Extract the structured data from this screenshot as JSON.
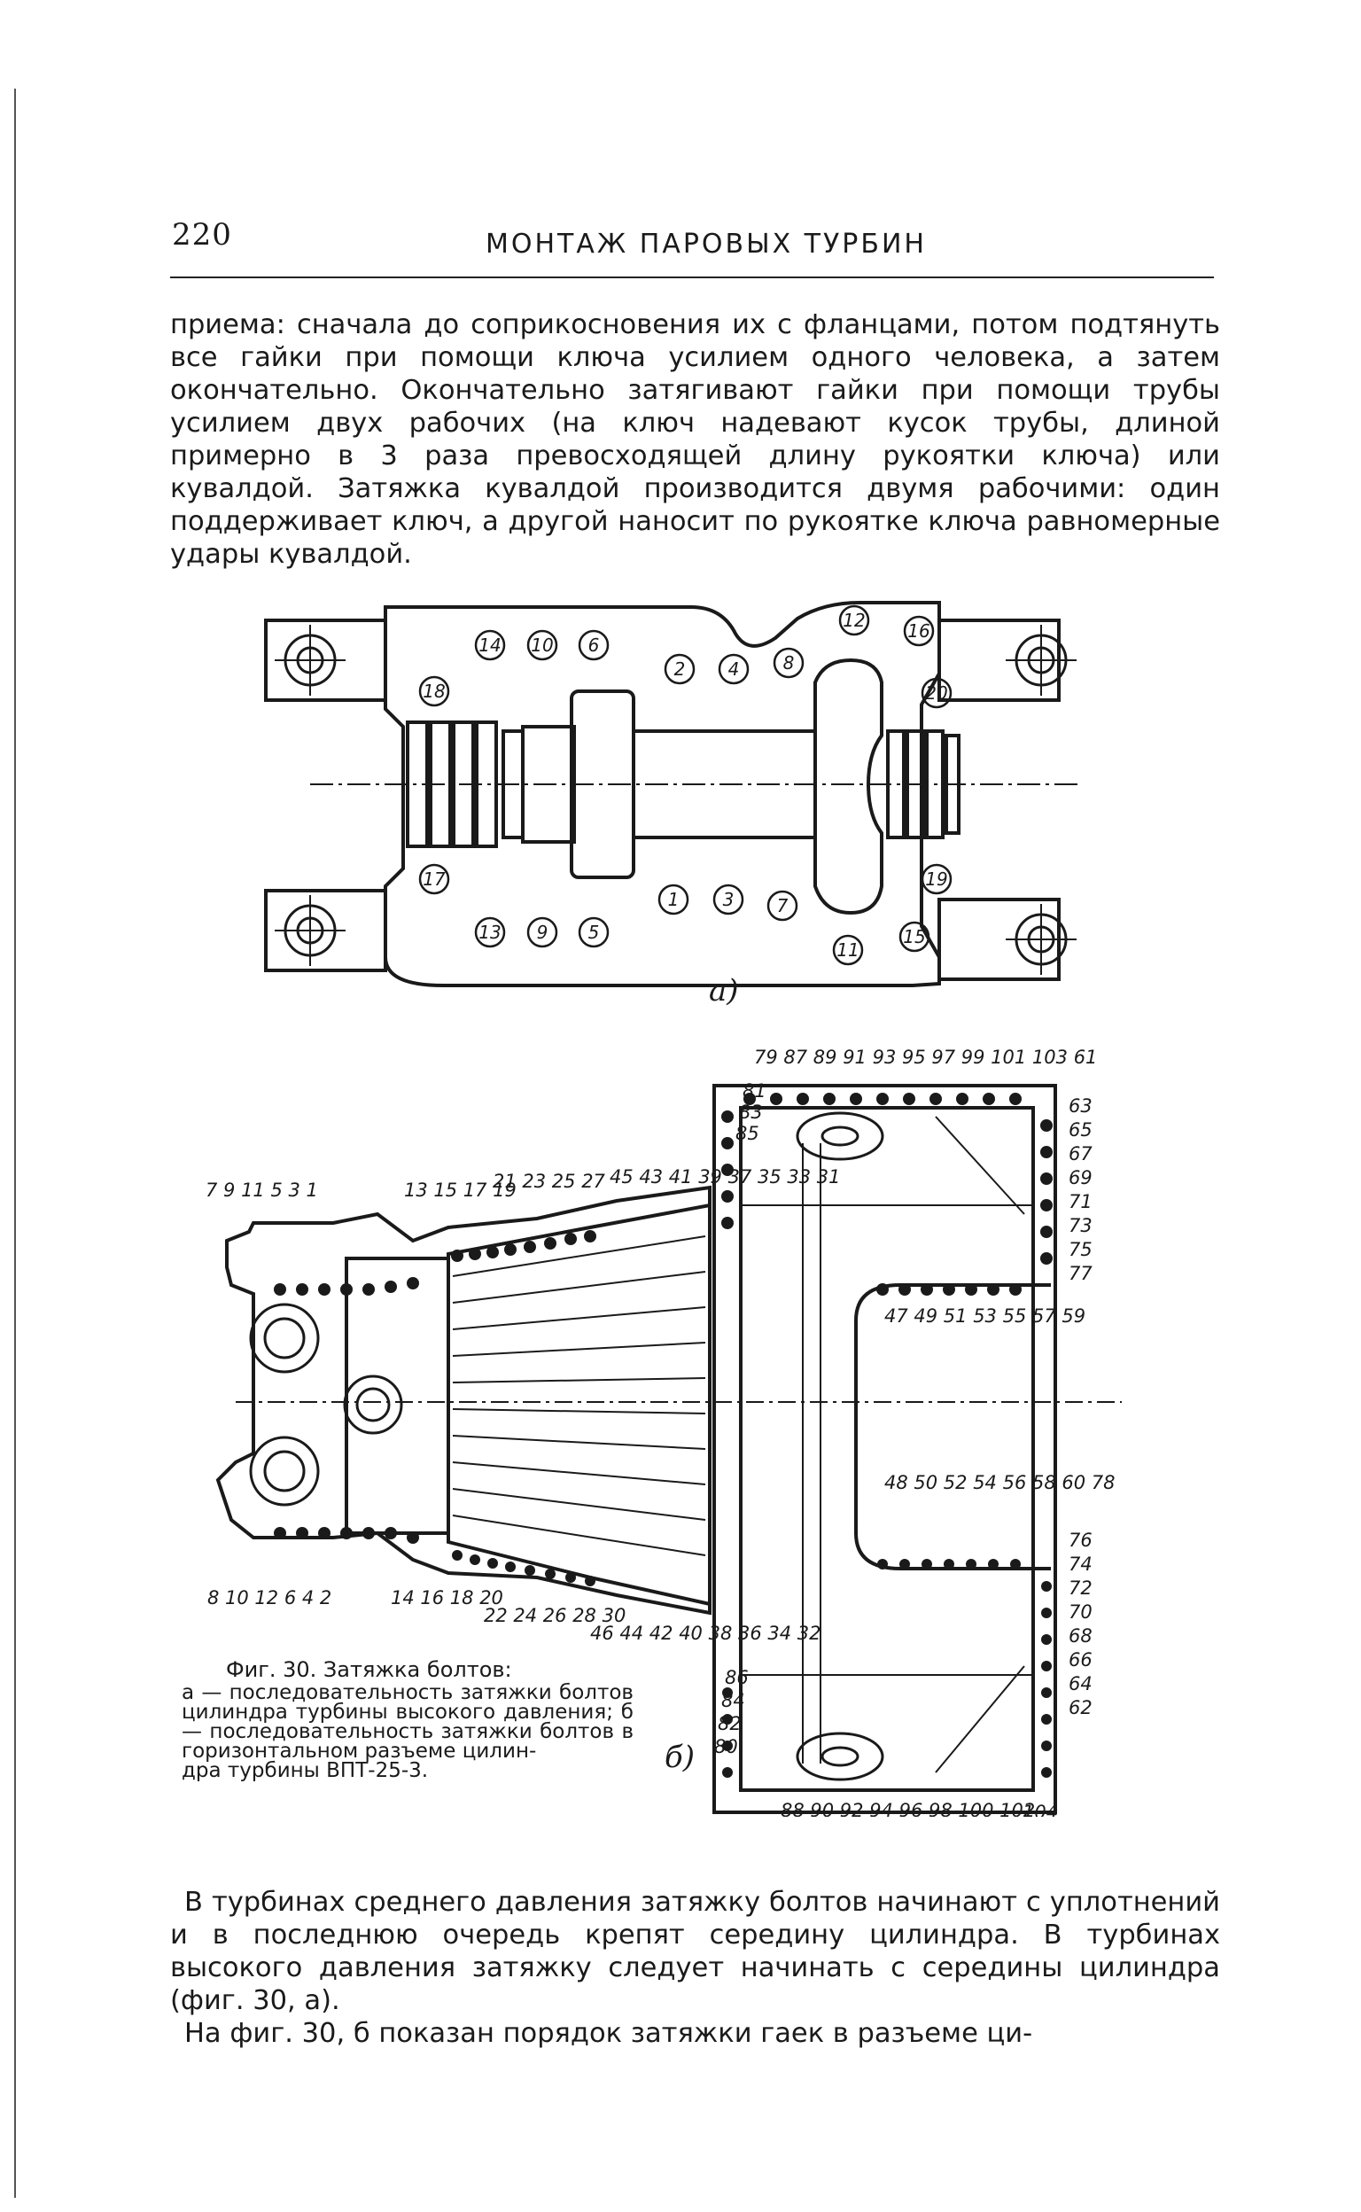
{
  "page": {
    "number": "220",
    "running_head": "МОНТАЖ ПАРОВЫХ ТУРБИН"
  },
  "paragraphs": [
    "приема: сначала до соприкосновения их с фланцами, потом подтянуть все гайки при помощи ключа усилием одного человека, а затем окончательно. Окончательно затягивают гайки при помощи трубы усилием двух рабочих (на ключ надевают кусок трубы, длиной примерно в 3 раза превосходящей длину рукоятки ключа) или кувалдой. Затяжка кувалдой производится двумя рабочими: один поддерживает ключ, а другой наносит по рукоятке ключа равномерные удары кувалдой.",
    "В турбинах среднего давления затяжку болтов начинают с уплотнений и в последнюю очередь крепят середину цилиндра. В турбинах высокого давления затяжку следует начинать с середины цилиндра (фиг. 30, а).",
    "На фиг. 30, б показан порядок затяжки гаек в разъеме ци-"
  ],
  "figure": {
    "panel_a_label": "а)",
    "panel_b_label": "б)",
    "caption_title": "Фиг. 30. Затяжка болтов:",
    "caption_body": "а — последовательность затяжки болтов цилиндра турбины высокого давления; б — последовательность затяжки болтов в горизонтальном разъеме цилин-",
    "caption_end": "дра турбины ВПТ-25-3.",
    "panel_a_bolts_top": [
      "14",
      "10",
      "6",
      "2",
      "4",
      "8",
      "12",
      "16",
      "18",
      "20"
    ],
    "panel_a_bolts_bottom": [
      "13",
      "9",
      "5",
      "1",
      "3",
      "7",
      "11",
      "15",
      "17",
      "19"
    ],
    "panel_b_labels": {
      "top_right_row": "79 87 89 91  93 95  97 99 101 103 61",
      "right_upper_column": [
        "63",
        "65",
        "67",
        "69",
        "71",
        "73",
        "75",
        "77"
      ],
      "left_upper_column": [
        "81",
        "83",
        "85"
      ],
      "inner_upper_row": "47 49 51 53 55 57 59",
      "mid_upper_row": "45 43 41 39 37 35 33 31",
      "left_top_a": "7  9 11 5 3  1",
      "left_top_b": "13 15 17 19",
      "left_top_c": "21 23 25 27",
      "inner_lower_row": "48 50 52 54 56 58 60 78",
      "right_lower_column": [
        "76",
        "74",
        "72",
        "70",
        "68",
        "66",
        "64",
        "62"
      ],
      "left_bottom_a": "8 10 12  6  4  2",
      "left_bottom_b": "14 16 18 20",
      "left_bottom_c": "22 24 26 28 30",
      "mid_lower_row": "46 44 42 40 38 36 34 32",
      "left_lower_column": [
        "86",
        "84",
        "82",
        "80"
      ],
      "bottom_row": "88 90 92 94 96 98 100 102",
      "bottom_right": "104"
    }
  }
}
